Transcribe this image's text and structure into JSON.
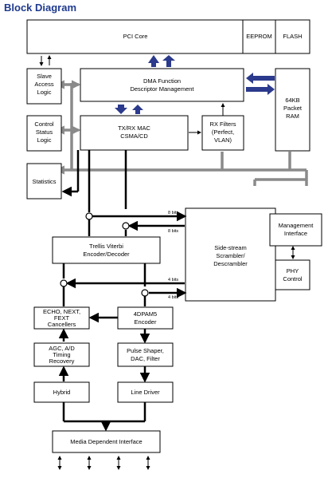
{
  "title": "Block Diagram",
  "blocks": {
    "pci_core": "PCI Core",
    "eeprom": "EEPROM",
    "flash": "FLASH",
    "slave_access": [
      "Slave",
      "Access",
      "Logic"
    ],
    "dma": [
      "DMA Function",
      "Descriptor Management"
    ],
    "packet_ram": [
      "64KB",
      "Packet",
      "RAM"
    ],
    "control_status": [
      "Control",
      "Status",
      "Logic"
    ],
    "mac": [
      "TX/RX MAC",
      "CSMA/CD"
    ],
    "rx_filters": [
      "RX Filters",
      "(Perfect,",
      "VLAN)"
    ],
    "statistics": "Statistics",
    "trellis": [
      "Trellis Viterbi",
      "Encoder/Decoder"
    ],
    "scrambler": [
      "Side-stream",
      "Scrambler/",
      "Descrambler"
    ],
    "mgmt": [
      "Management",
      "Interface"
    ],
    "phy_control": [
      "PHY",
      "Control"
    ],
    "echo": [
      "ECHO, NEXT,",
      "FEXT",
      "Cancellers"
    ],
    "dpam5": [
      "4DPAM5",
      "Encoder"
    ],
    "agc": [
      "AGC, A/D",
      "Timing",
      "Recovery"
    ],
    "pulse": [
      "Pulse Shaper,",
      "DAC, Filter"
    ],
    "hybrid": "Hybrid",
    "line_driver": "Line Driver",
    "mdi": "Media Dependent Interface"
  },
  "bus_labels": {
    "rx_8bits": "8 bits",
    "tx_8bits": "8 bits",
    "rx_4bits": "4 bits",
    "tx_4bits": "4 bits"
  }
}
